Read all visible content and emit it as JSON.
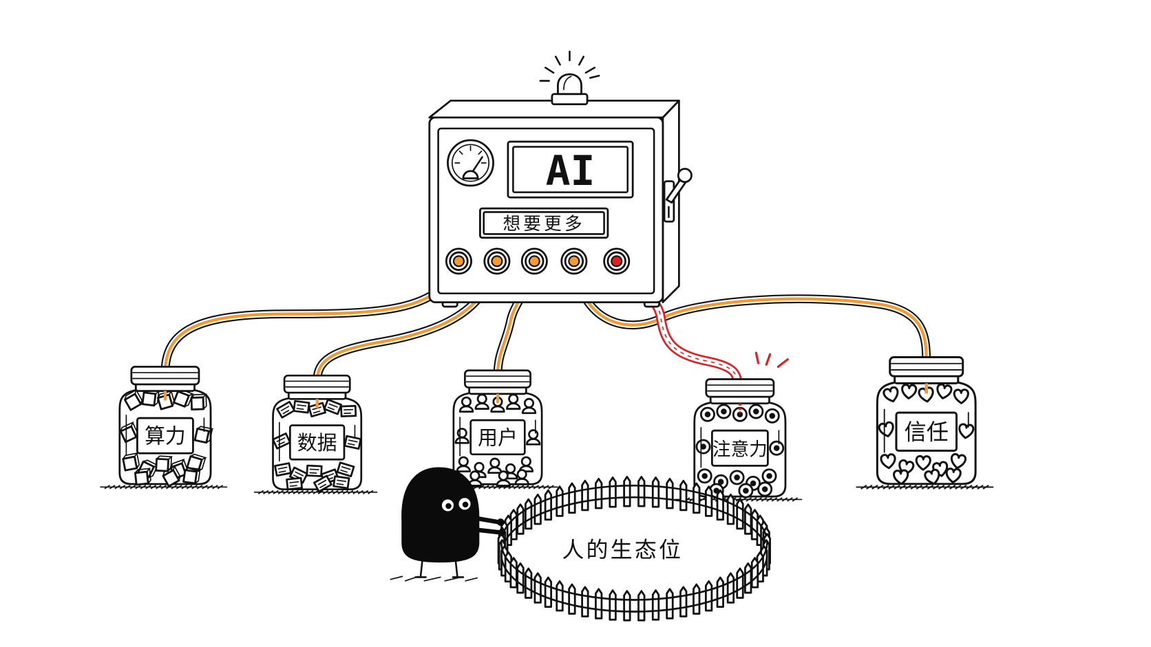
{
  "machine": {
    "display": "AI",
    "label": "想要更多"
  },
  "jars": [
    {
      "label": "算力",
      "icon": "cubes"
    },
    {
      "label": "数据",
      "icon": "cards"
    },
    {
      "label": "用户",
      "icon": "people"
    },
    {
      "label": "注意力",
      "icon": "eyes"
    },
    {
      "label": "信任",
      "icon": "hearts"
    }
  ],
  "fence_label": "人的生态位",
  "colors": {
    "ink": "#111111",
    "hose": "#f39a33",
    "alert": "#e02020",
    "fence_label": "#1f5ae0"
  }
}
